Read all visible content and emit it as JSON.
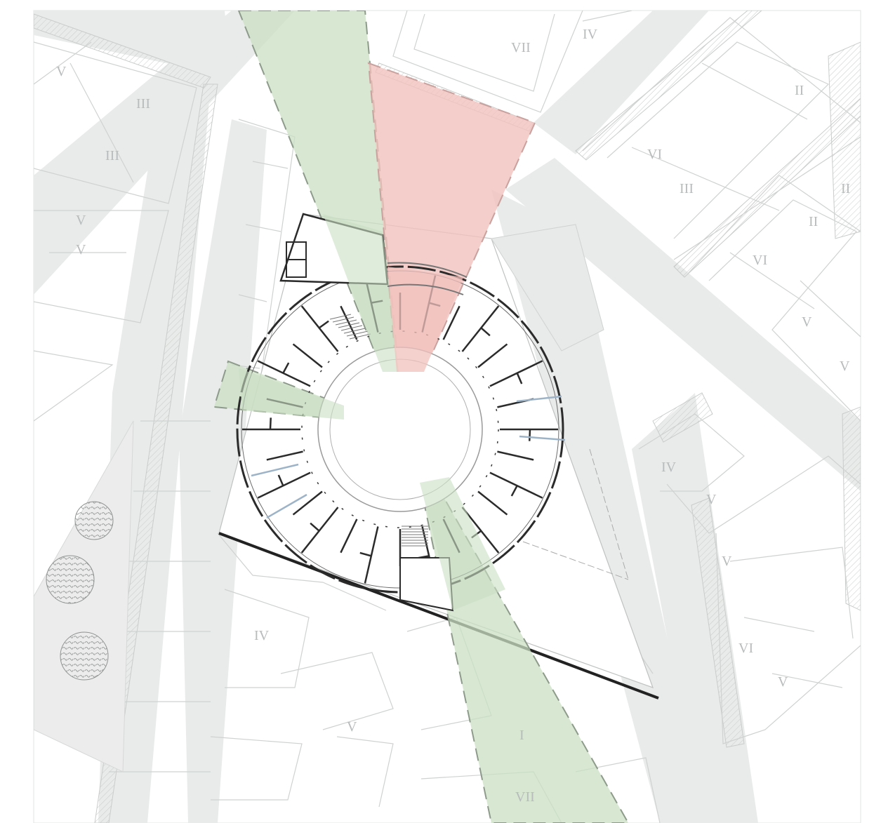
{
  "drawing": {
    "type": "site plan with circular courtyard building",
    "floor_labels": {
      "vii_top": "VII",
      "iv_top": "IV",
      "v_left_top": "V",
      "iii_left_a": "III",
      "iii_left_b": "III",
      "v_left_mid_a": "V",
      "v_left_mid_b": "V",
      "ii_right_a": "II",
      "vi_right_a": "VI",
      "iii_right": "III",
      "ii_right_b": "II",
      "ii_right_c": "II",
      "vi_right_b": "VI",
      "v_right_a": "V",
      "v_right_b": "V",
      "iv_right": "IV",
      "v_right_c": "V",
      "v_right_d": "V",
      "vi_right_c": "VI",
      "v_right_e": "V",
      "iv_bottom": "IV",
      "v_bottom": "V",
      "i_bottom": "I",
      "vii_bottom": "VII"
    },
    "colors": {
      "background": "#ffffff",
      "street": "#e6e8e7",
      "building_line": "#c9cccb",
      "view_green": "#c9dfc3",
      "view_red": "#f1c2bd",
      "wall": "#2b2b2b",
      "window_blue": "#9db4c8"
    }
  }
}
